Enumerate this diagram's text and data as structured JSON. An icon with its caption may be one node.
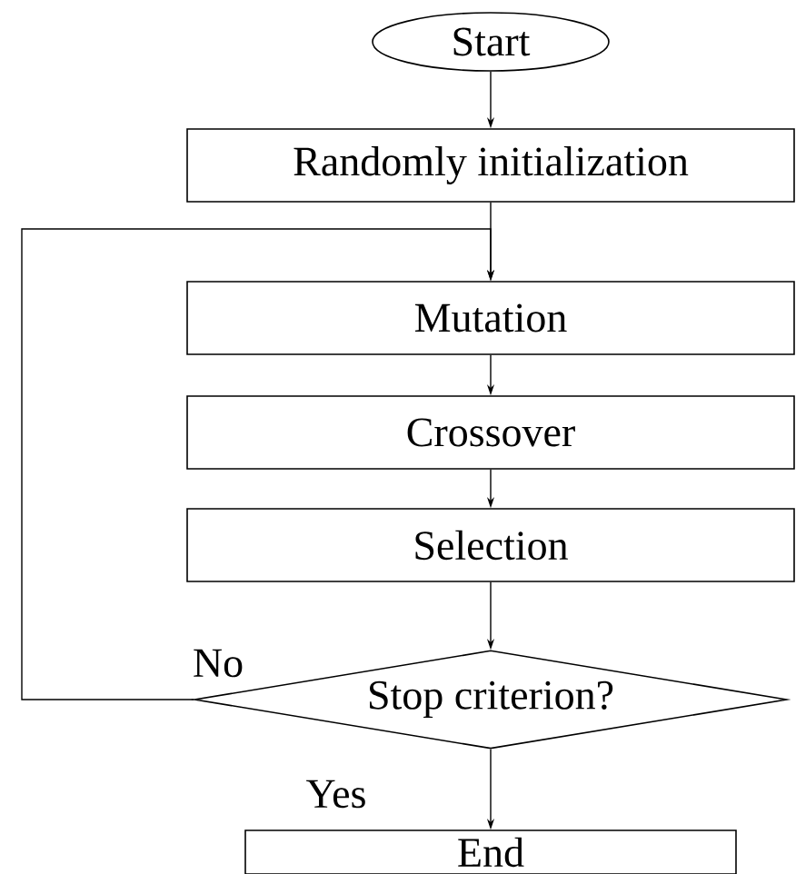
{
  "diagram": {
    "nodes": [
      {
        "text": [
          "Start"
        ]
      },
      {
        "text": [
          "Randomly initialization"
        ]
      },
      {
        "text": [
          "Mutation"
        ]
      },
      {
        "text": [
          "Crossover"
        ]
      },
      {
        "text": [
          "Selection"
        ]
      },
      {
        "text": [
          "Stop criterion?"
        ]
      },
      {
        "text": [
          "End"
        ]
      }
    ],
    "edges": [
      {
        "from": 0,
        "to": 1,
        "arrow": "to"
      },
      {
        "from": 1,
        "to": 2,
        "arrow": "to"
      },
      {
        "from": 2,
        "to": 3,
        "arrow": "to"
      },
      {
        "from": 3,
        "to": 4,
        "arrow": "to"
      },
      {
        "from": 4,
        "to": 5,
        "arrow": "to"
      },
      {
        "from": 5,
        "to": 6,
        "arrow": "to",
        "label": "Yes"
      },
      {
        "from": 5,
        "to": 2,
        "arrow": "to",
        "label": "No"
      }
    ]
  }
}
